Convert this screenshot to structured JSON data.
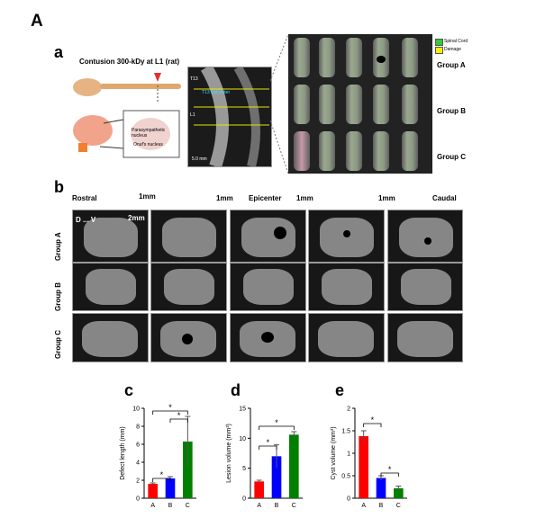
{
  "figure_label": "A",
  "panel_a": {
    "label": "a",
    "caption": "Contusion 300-kDy at L1 (rat)",
    "inset_labels": [
      "Parasympathetic nucleus",
      "Onuf's nucleus"
    ],
    "mri_labels": [
      "T13",
      "T13 Epicenter",
      "L1"
    ],
    "scale": "5.0 mm",
    "legend": [
      {
        "label": "Spinal Cord",
        "color": "#33cc33"
      },
      {
        "label": "Damage",
        "color": "#ffee00"
      }
    ],
    "groups": [
      "Group A",
      "Group B",
      "Group C"
    ]
  },
  "panel_b": {
    "label": "b",
    "positions": [
      "Rostral",
      "Epicenter",
      "Caudal"
    ],
    "gap_labels": [
      "1mm",
      "1mm",
      "1mm",
      "1mm"
    ],
    "scale": "2mm",
    "axis": "D ... V",
    "groups": [
      "Group A",
      "Group B",
      "Group C"
    ]
  },
  "chart_data": [
    {
      "label": "c",
      "type": "bar",
      "categories": [
        "A",
        "B",
        "C"
      ],
      "values": [
        1.6,
        2.2,
        6.3
      ],
      "errors": [
        0.1,
        0.2,
        2.8
      ],
      "colors": [
        "#ff0000",
        "#0000ff",
        "#008000"
      ],
      "ylabel": "Defect length (mm)",
      "ylim": [
        0,
        10
      ],
      "yticks": [
        0,
        2,
        4,
        6,
        8,
        10
      ],
      "significance": [
        "*",
        "*",
        "*"
      ]
    },
    {
      "label": "d",
      "type": "bar",
      "categories": [
        "A",
        "B",
        "C"
      ],
      "values": [
        2.8,
        7.0,
        10.6
      ],
      "errors": [
        0.2,
        1.9,
        0.5
      ],
      "colors": [
        "#ff0000",
        "#0000ff",
        "#008000"
      ],
      "ylabel": "Lesion volume (mm³)",
      "ylim": [
        0,
        15
      ],
      "yticks": [
        0,
        5,
        10,
        15
      ],
      "significance": [
        "*",
        "*"
      ]
    },
    {
      "label": "e",
      "type": "bar",
      "categories": [
        "A",
        "B",
        "C"
      ],
      "values": [
        1.38,
        0.45,
        0.22
      ],
      "errors": [
        0.12,
        0.05,
        0.05
      ],
      "colors": [
        "#ff0000",
        "#0000ff",
        "#008000"
      ],
      "ylabel": "Cyst volume (mm³)",
      "ylim": [
        0,
        2.0
      ],
      "yticks": [
        0,
        0.5,
        1.0,
        1.5,
        2.0
      ],
      "significance": [
        "*",
        "*"
      ]
    }
  ]
}
